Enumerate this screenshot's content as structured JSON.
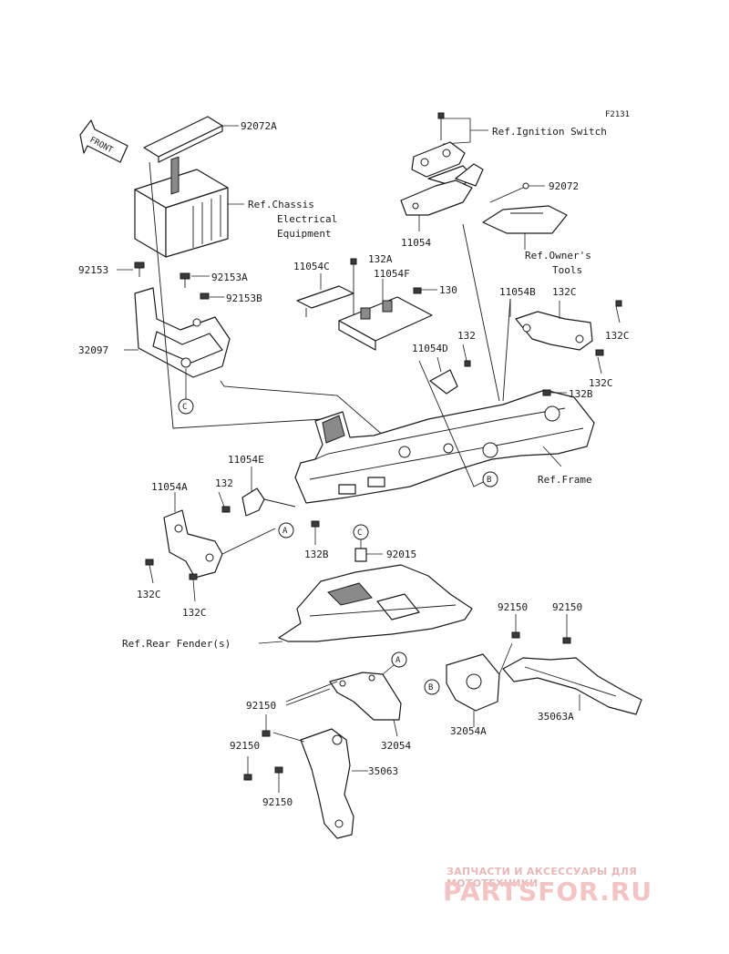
{
  "diagram": {
    "code": "F2131",
    "front_label": "FRONT",
    "labels": {
      "p92072A": "92072A",
      "ref_ignition": "Ref.Ignition Switch",
      "p92072": "92072",
      "ref_chassis_1": "Ref.Chassis",
      "ref_chassis_2": "Electrical",
      "ref_chassis_3": "Equipment",
      "p11054": "11054",
      "ref_owner_1": "Ref.Owner's",
      "ref_owner_2": "Tools",
      "p92153": "92153",
      "p92153A": "92153A",
      "p92153B": "92153B",
      "p11054C": "11054C",
      "p132A": "132A",
      "p11054F": "11054F",
      "p130": "130",
      "p11054B": "11054B",
      "p132C_a": "132C",
      "p132C_b": "132C",
      "p132C_c": "132C",
      "p32097": "32097",
      "p132_a": "132",
      "p11054D": "11054D",
      "p132B_a": "132B",
      "p11054E": "11054E",
      "p132_b": "132",
      "p11054A": "11054A",
      "ref_frame": "Ref.Frame",
      "p132B_b": "132B",
      "p92015": "92015",
      "p132C_d": "132C",
      "p132C_e": "132C",
      "ref_rear_fender": "Ref.Rear Fender(s)",
      "p92150_a": "92150",
      "p92150_b": "92150",
      "p92150_c": "92150",
      "p92150_d": "92150",
      "p92150_e": "92150",
      "p32054": "32054",
      "p32054A": "32054A",
      "p35063": "35063",
      "p35063A": "35063A"
    },
    "callouts": {
      "A1": "A",
      "A2": "A",
      "B1": "B",
      "B2": "B",
      "C1": "C",
      "C2": "C"
    }
  },
  "watermark": {
    "line1": "ЗАПЧАСТИ И АКСЕССУАРЫ ДЛЯ МОТОТЕХНИКИ",
    "line2": "PARTSFOR.RU"
  }
}
